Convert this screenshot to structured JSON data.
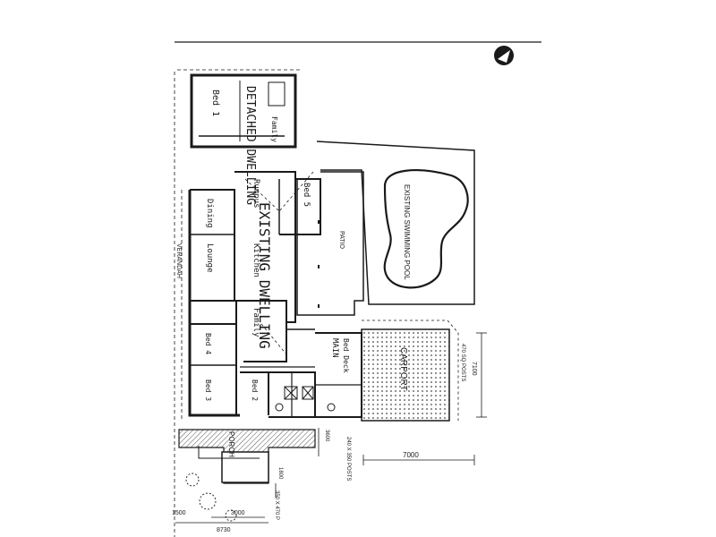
{
  "labels": {
    "detached_dwelling": "DETACHED DWELLING",
    "bed_1": "Bed 1",
    "family_detached": "Family",
    "rumpus": "Rumpus",
    "bed_5": "Bed 5",
    "dining": "Dining",
    "lounge": "Lounge",
    "existing_dwelling": "EXISTING DWELLING",
    "kitchen": "Kitchen",
    "family": "Family",
    "verandah": "VERANDAH",
    "patio": "PATIO",
    "existing_pool": "EXISTING SWIMMING POOL",
    "bed_4": "Bed 4",
    "bed_3": "Bed 3",
    "bed_2": "Bed 2",
    "main_bed": "MAIN",
    "main_bed_sub": "Bed Deck",
    "carport": "CARPORT",
    "porch": "PORCH"
  },
  "dimensions": {
    "d_7000": "7000",
    "d_7100": "7100",
    "posts_470": "470 SQ POSTS",
    "posts_240": "240 X 350 POSTS",
    "d_3600": "3600",
    "d_1800": "1800",
    "posts_350": "350 X 470 P",
    "d_3000": "3000",
    "d_8730": "8730",
    "d_1500": "1500"
  },
  "colors": {
    "ink": "#1a1a1a",
    "paper": "#ffffff",
    "hatch": "#555555"
  },
  "icons": {
    "north": "north-arrow-icon"
  }
}
